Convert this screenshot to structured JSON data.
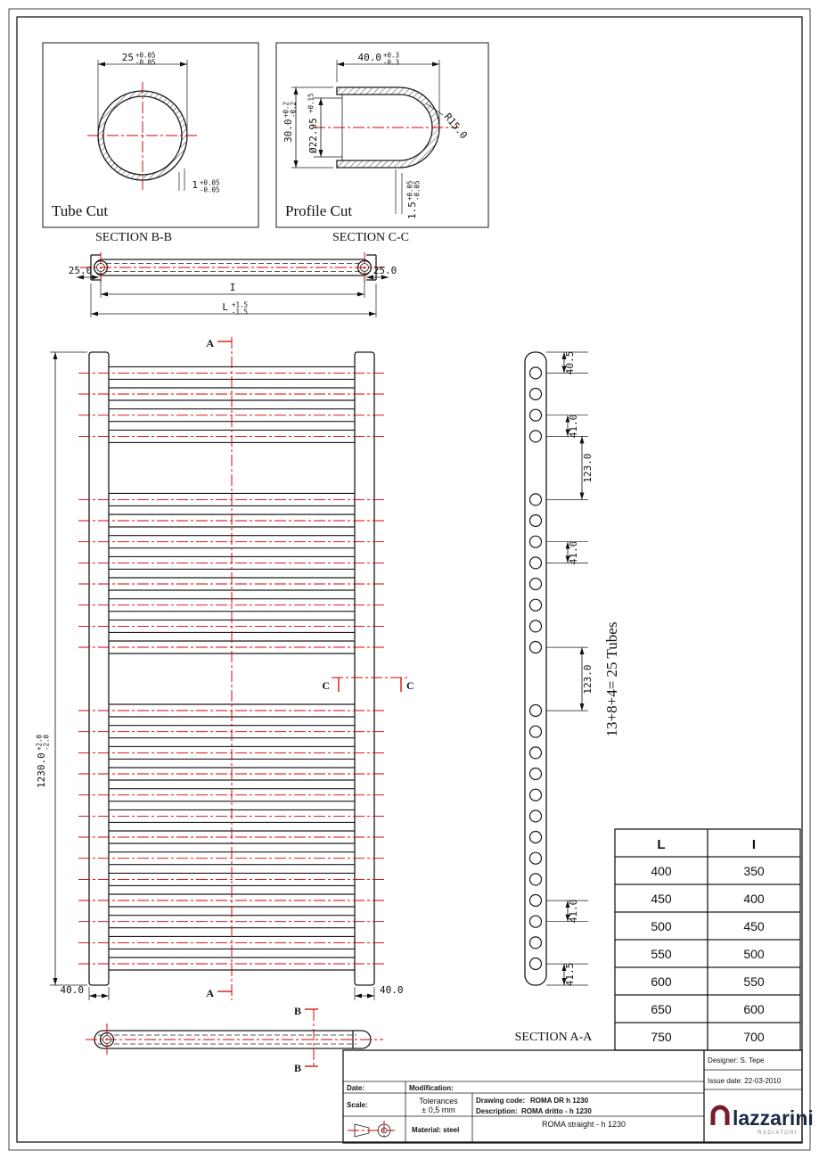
{
  "labels": {
    "tube_cut": "Tube Cut",
    "profile_cut": "Profile Cut",
    "section_bb": "SECTION B-B",
    "section_cc": "SECTION C-C",
    "section_aa": "SECTION A-A",
    "tubes_note": "13+8+4= 25 Tubes",
    "mark_a": "A",
    "mark_b": "B",
    "mark_c": "C"
  },
  "dims": {
    "tube_od": {
      "v": "25",
      "p": "+0.05",
      "m": "-0.05"
    },
    "tube_wall": {
      "v": "1",
      "p": "+0.05",
      "m": "-0.05"
    },
    "profile_w": {
      "v": "40.0",
      "p": "+0.3",
      "m": "-0.3"
    },
    "profile_h": {
      "v": "30.0",
      "p": "+0.2",
      "m": "-0.2"
    },
    "profile_bore": {
      "v": "Ø22.95",
      "p": "+0.15"
    },
    "profile_r": "R15.0",
    "profile_wall": {
      "v": "1.5",
      "p": "+0.05",
      "m": "-0.05"
    },
    "offset_left": "25.0",
    "offset_right": "25.0",
    "center_dist": "I",
    "length": {
      "v": "L",
      "p": "+1.5",
      "m": "-1.5"
    },
    "height": {
      "v": "1230.0",
      "p": "+2.0",
      "m": "-2.0"
    },
    "rail_left": "40.0",
    "rail_right": "40.0",
    "side": [
      "40.5",
      "41.0",
      "123.0",
      "41.0",
      "123.0",
      "41.0",
      "41.5"
    ]
  },
  "table": {
    "col_l": "L",
    "col_i": "I",
    "rows": [
      [
        "400",
        "350"
      ],
      [
        "450",
        "400"
      ],
      [
        "500",
        "450"
      ],
      [
        "550",
        "500"
      ],
      [
        "600",
        "550"
      ],
      [
        "650",
        "600"
      ],
      [
        "750",
        "700"
      ]
    ]
  },
  "titleblock": {
    "designer": "Designer: S. Tepe",
    "issue_date": "Issue date: 22-03-2010",
    "date": "Date:",
    "modification": "Modification:",
    "scale": "Scale:",
    "tolerances": "Tolerances",
    "tolerances_value": "± 0,5 mm",
    "drawing_code_label": "Drawing code:",
    "drawing_code": "ROMA DR h 1230",
    "description_label": "Description:",
    "description": "ROMA dritto - h 1230",
    "description_en": "ROMA straight - h 1230",
    "material": "Material: steel",
    "logo": "lazzarini",
    "logo_sub": "RADIATORI"
  }
}
